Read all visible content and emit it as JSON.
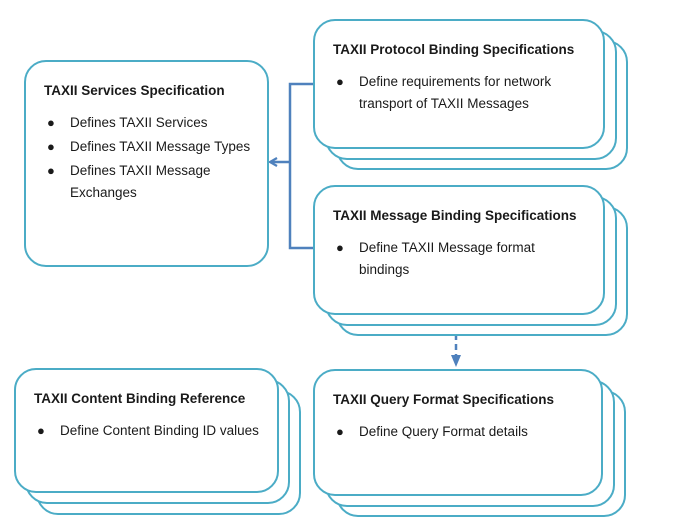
{
  "colors": {
    "box_border": "#4bacc6",
    "connector": "#4f81bd",
    "text": "#1a1a1a"
  },
  "boxes": {
    "services": {
      "title": "TAXII Services Specification",
      "bullets": [
        "Defines TAXII Services",
        "Defines TAXII Message Types",
        "Defines TAXII Message Exchanges"
      ]
    },
    "protocol": {
      "title": "TAXII Protocol Binding Specifications",
      "bullets": [
        "Define requirements for network transport of TAXII Messages"
      ]
    },
    "message": {
      "title": "TAXII Message Binding Specifications",
      "bullets": [
        "Define TAXII Message format bindings"
      ]
    },
    "content": {
      "title": "TAXII Content Binding Reference",
      "bullets": [
        "Define Content Binding ID values"
      ]
    },
    "query": {
      "title": "TAXII Query Format Specifications",
      "bullets": [
        "Define Query Format details"
      ]
    }
  },
  "connectors": {
    "bracket_arrow": "solid-arrow-to-services",
    "dashed_arrow": "dashed-arrow-message-to-query"
  }
}
